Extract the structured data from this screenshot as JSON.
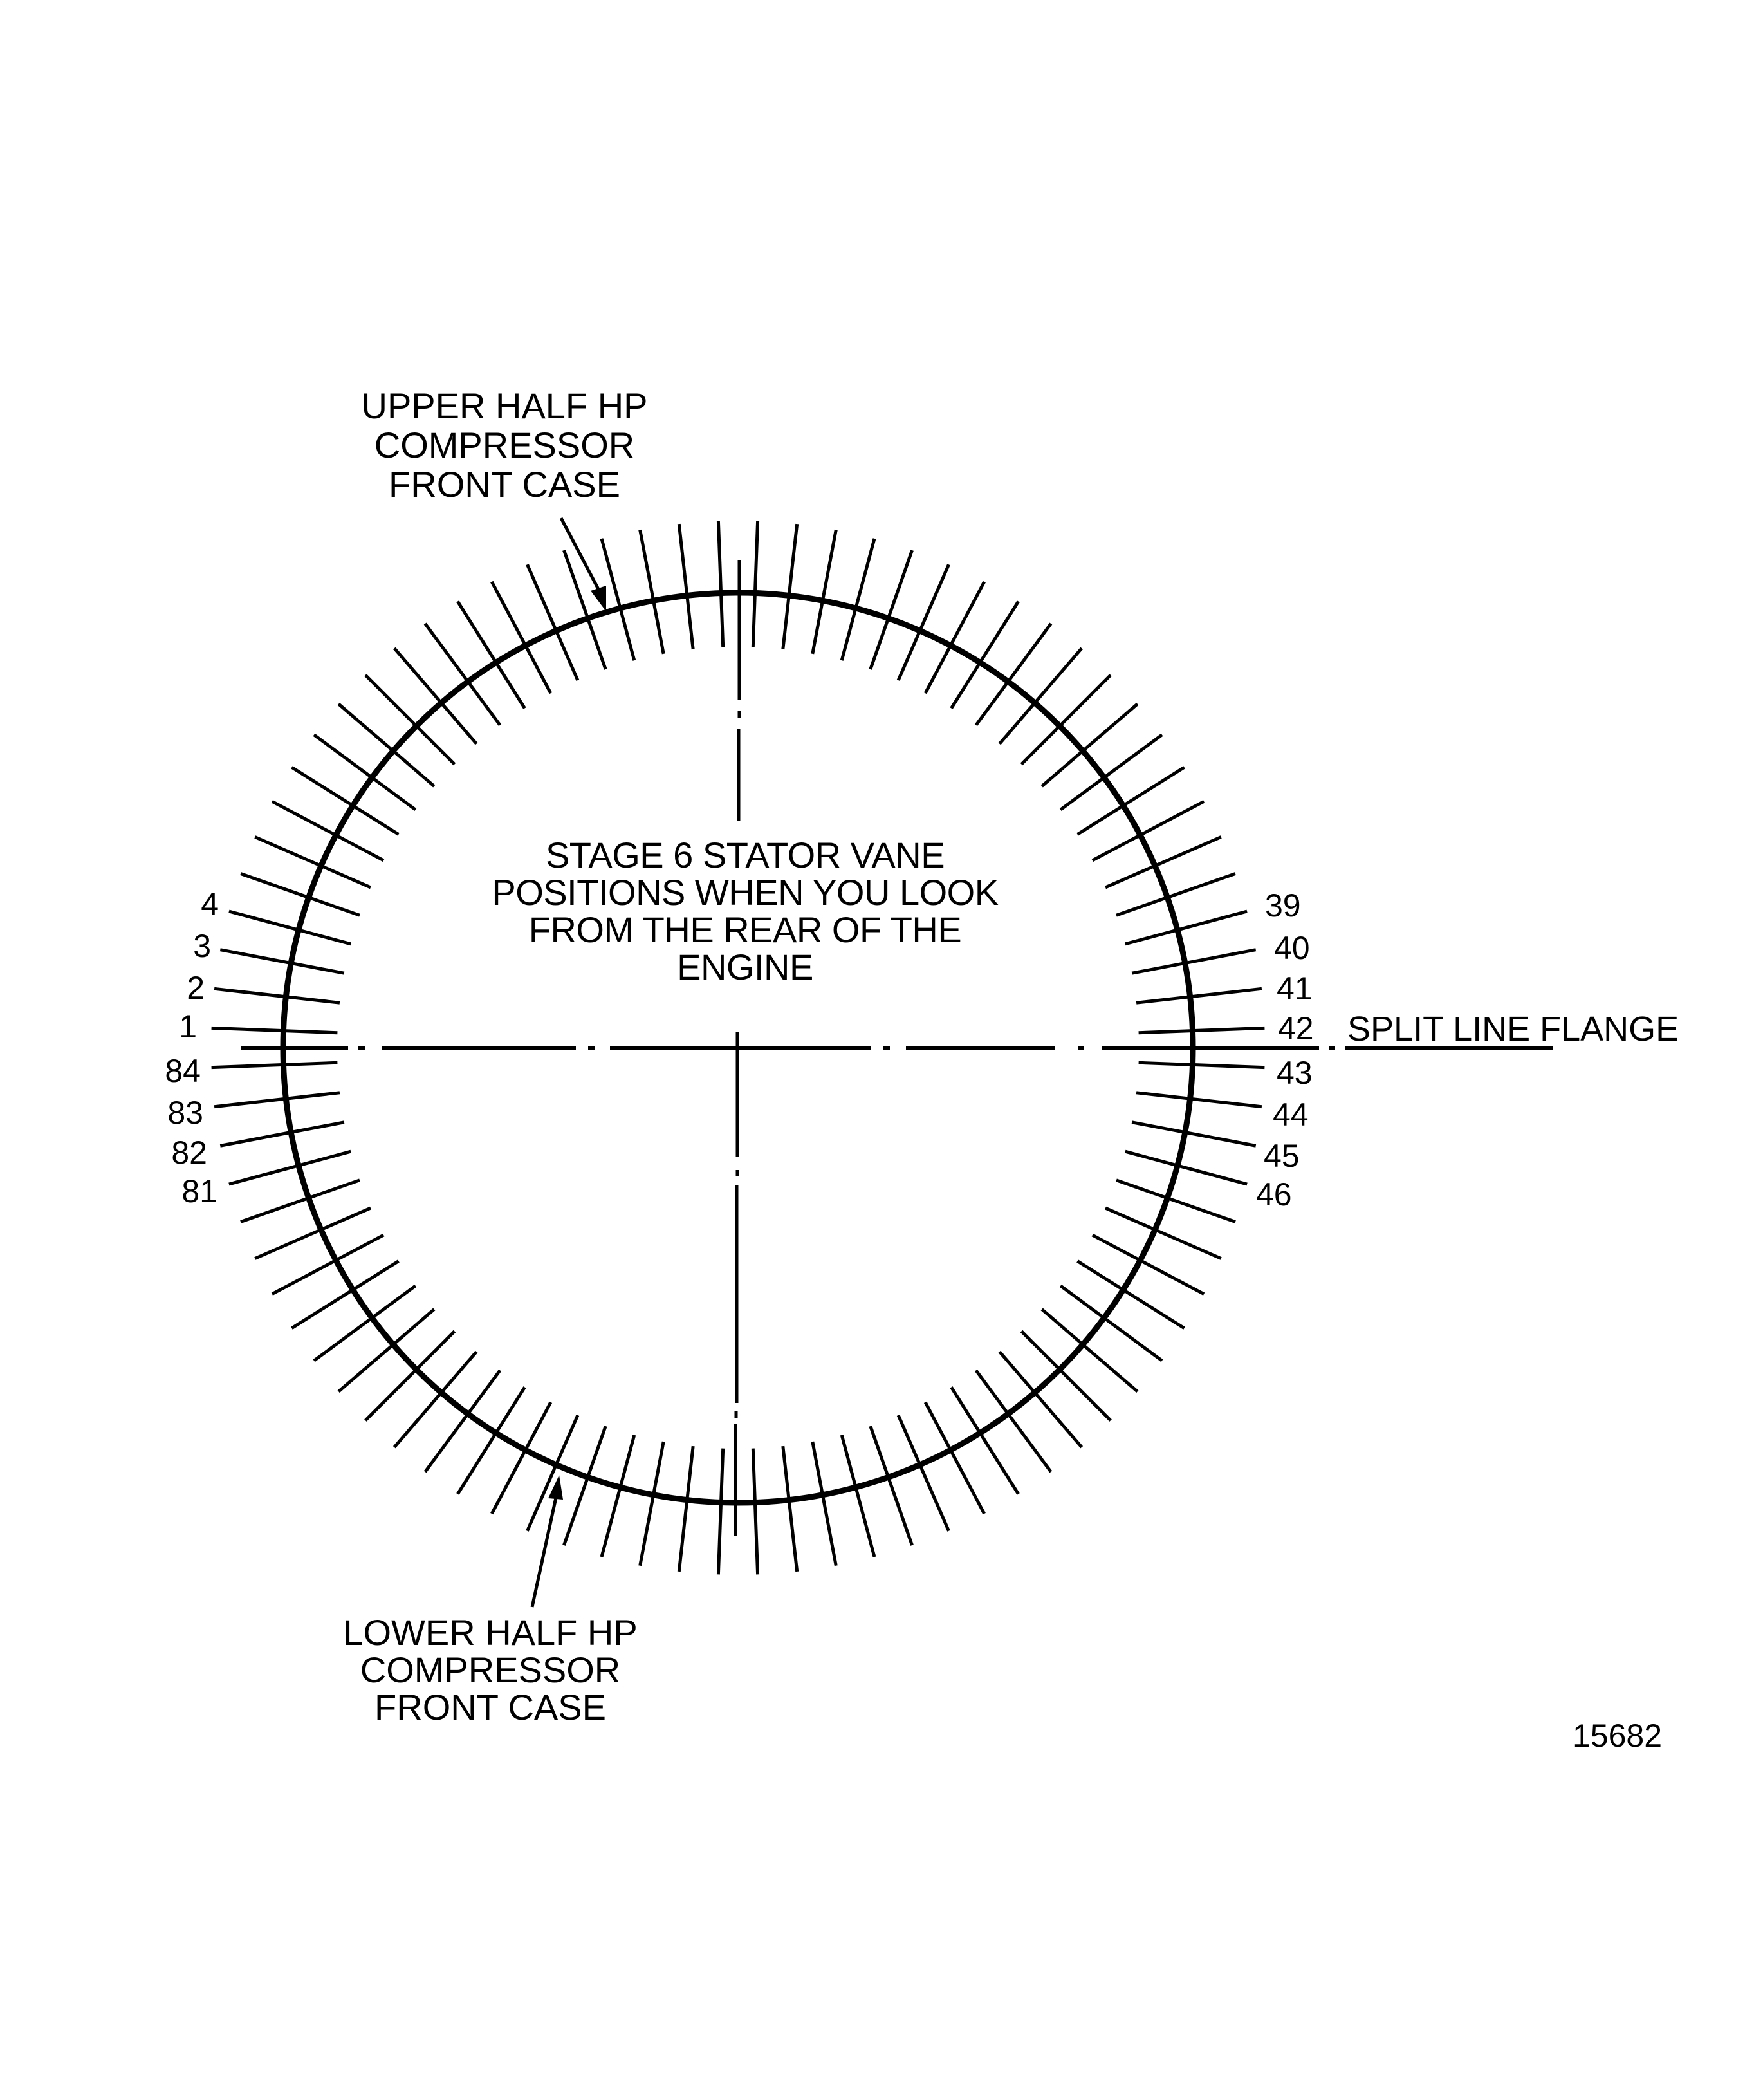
{
  "diagram": {
    "title": "STAGE 6 STATOR VANE POSITIONS WHEN YOU LOOK FROM THE REAR OF THE ENGINE",
    "center_note_lines": [
      "STAGE 6 STATOR VANE",
      "POSITIONS WHEN YOU LOOK",
      "FROM THE REAR OF THE",
      "ENGINE"
    ],
    "upper_callout_lines": [
      "UPPER HALF HP",
      "COMPRESSOR",
      "FRONT CASE"
    ],
    "lower_callout_lines": [
      "LOWER HALF HP",
      "COMPRESSOR",
      "FRONT CASE"
    ],
    "split_line_label": "SPLIT LINE FLANGE",
    "figure_number": "15682",
    "vane_count": 84,
    "vane_numbering": "clockwise starting at left of split line (vane 1 just above split line on left, vane 42 just above split line on right)",
    "left_vane_labels": [
      {
        "label": "4",
        "vane": 4
      },
      {
        "label": "3",
        "vane": 3
      },
      {
        "label": "2",
        "vane": 2
      },
      {
        "label": "1",
        "vane": 1
      },
      {
        "label": "84",
        "vane": 84
      },
      {
        "label": "83",
        "vane": 83
      },
      {
        "label": "82",
        "vane": 82
      },
      {
        "label": "81",
        "vane": 81
      }
    ],
    "right_vane_labels": [
      {
        "label": "39",
        "vane": 39
      },
      {
        "label": "40",
        "vane": 40
      },
      {
        "label": "41",
        "vane": 41
      },
      {
        "label": "42",
        "vane": 42
      },
      {
        "label": "43",
        "vane": 43
      },
      {
        "label": "44",
        "vane": 44
      },
      {
        "label": "45",
        "vane": 45
      },
      {
        "label": "46",
        "vane": 46
      }
    ],
    "colors": {
      "ink": "#000000",
      "background": "#ffffff"
    }
  }
}
